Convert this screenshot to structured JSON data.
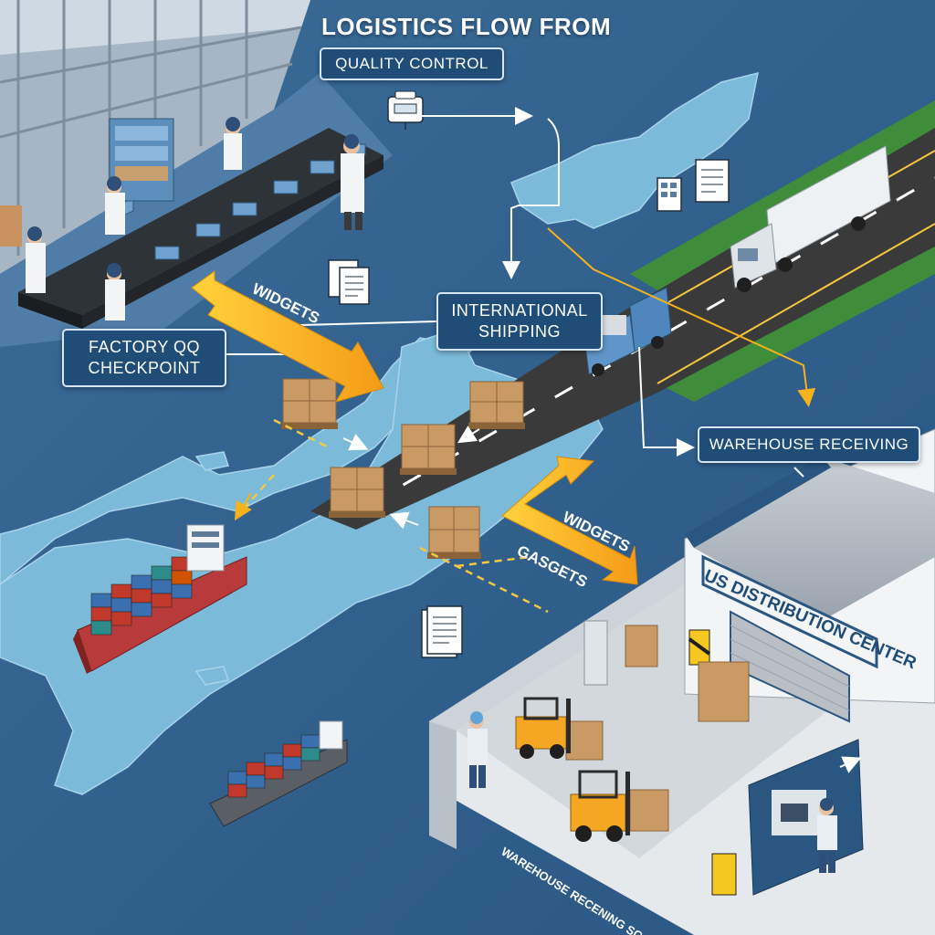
{
  "diagram": {
    "title": "LOGISTICS FLOW FROM",
    "labels": {
      "quality_control": "QUALITY CONTROL",
      "international_shipping": "INTERNATIONAL SHIPPING",
      "factory_checkpoint": "FACTORY QQ CHECKPOINT",
      "warehouse_receiving": "WAREHOUSE RECEIVING",
      "distribution_center": "US DISTRIBUTION CENTER",
      "receiving_scan": "WAREHOUSE RECENING SCAN"
    },
    "arrow_labels": {
      "widgets_top": "WIDGETS",
      "widgets_bottom": "WIDGETS",
      "gaskets": "GASGETS"
    }
  },
  "colors": {
    "ocean": "#2f5f8c",
    "land": "#7bbad9",
    "label_bg": "#1f4d78",
    "flow_arrow": "#f5b21b",
    "road": "#3a3a3a",
    "grass": "#3f8c3a"
  }
}
